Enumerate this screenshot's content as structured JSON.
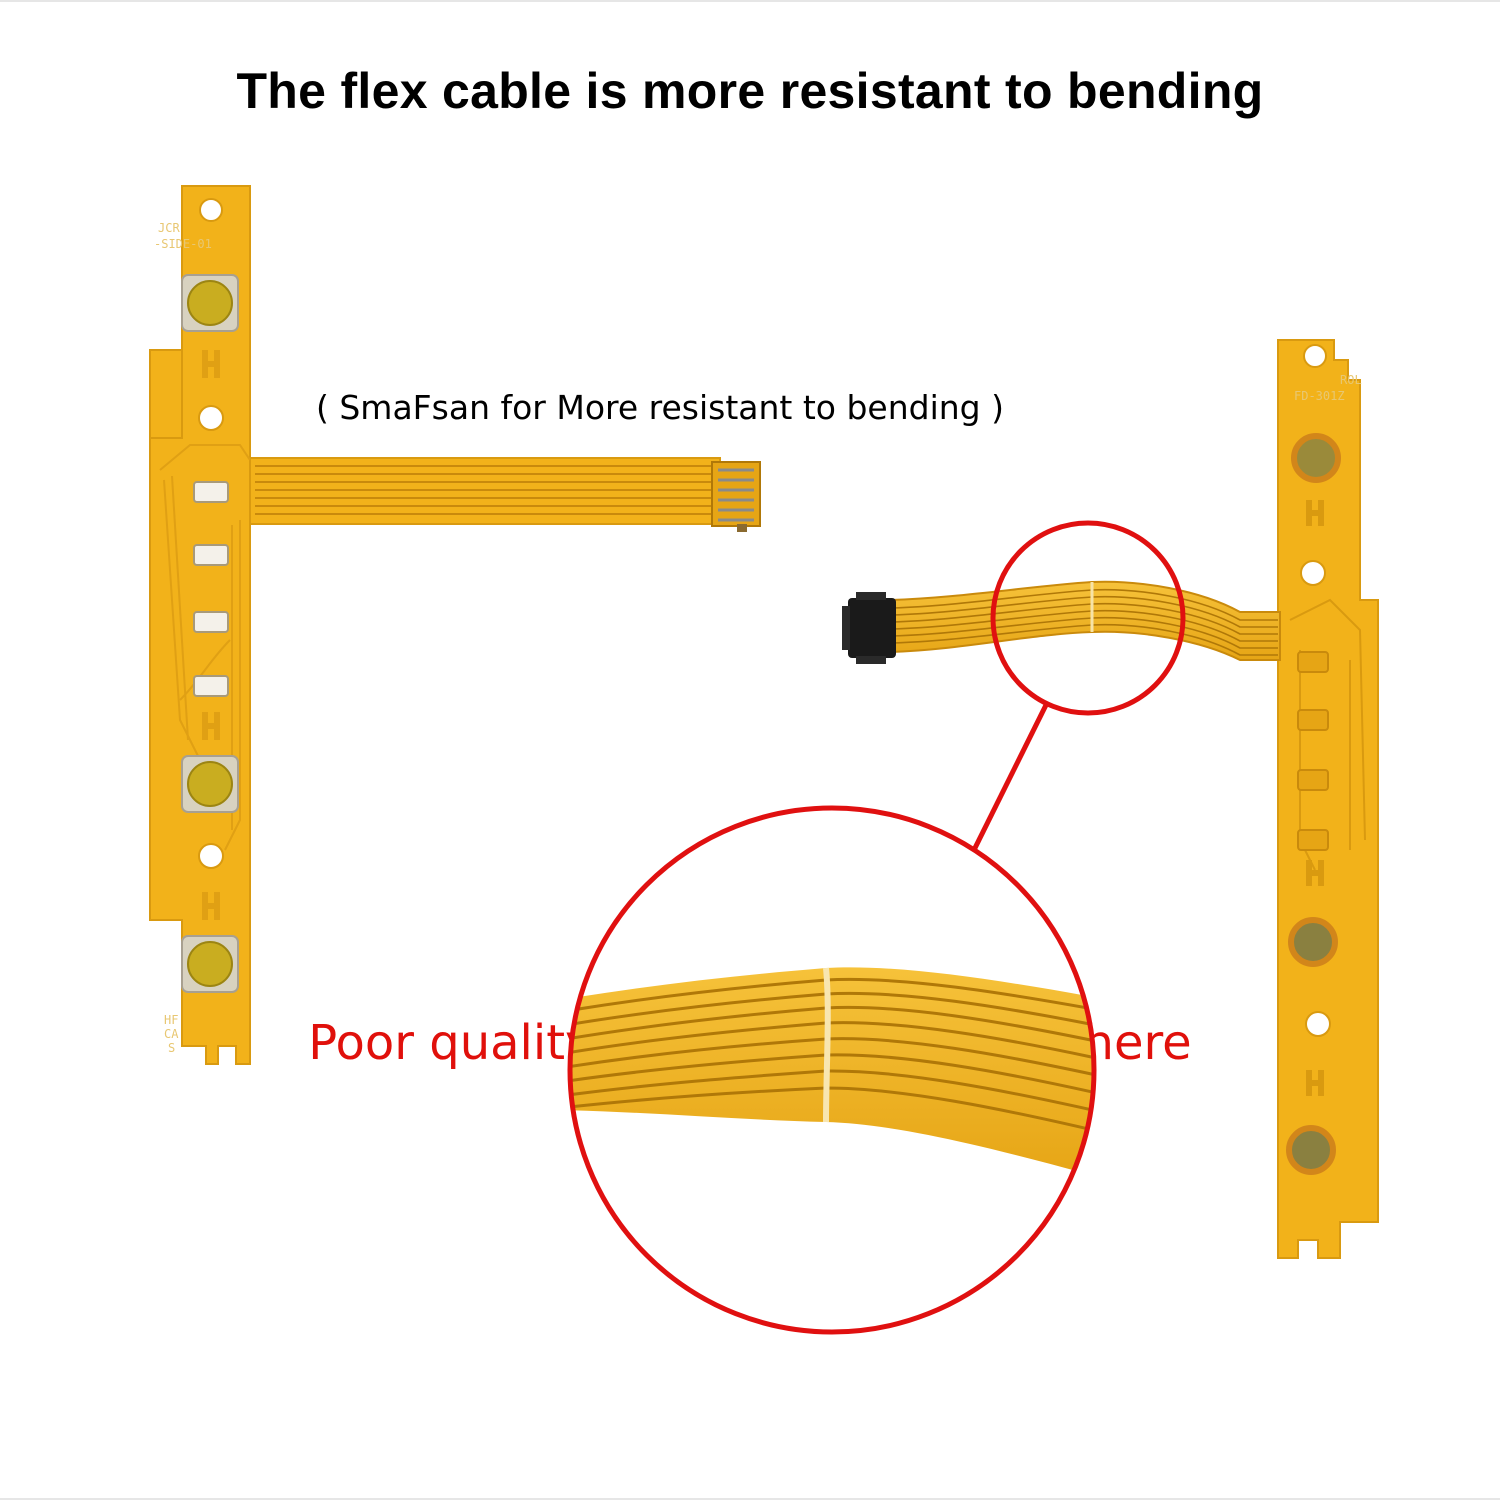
{
  "headline": "The flex cable is more resistant to bending",
  "caption": "( SmaFsan for More resistant to bending )",
  "warning": "Poor quality cables break easily here",
  "left_board": {
    "silkscreen_top": [
      "JCR",
      "-SIDE-01"
    ],
    "silkscreen_bottom": [
      "HF",
      "CA",
      "S"
    ]
  },
  "right_board": {
    "silkscreen_top": [
      "ROL",
      "FD-301Z"
    ]
  },
  "colors": {
    "pcb": "#f2b21a",
    "pcb_dark": "#d99a10",
    "trace": "#c98a0c",
    "highlight": "#e01010",
    "warning_text": "#e0100b",
    "connector": "#1a1a1a"
  }
}
